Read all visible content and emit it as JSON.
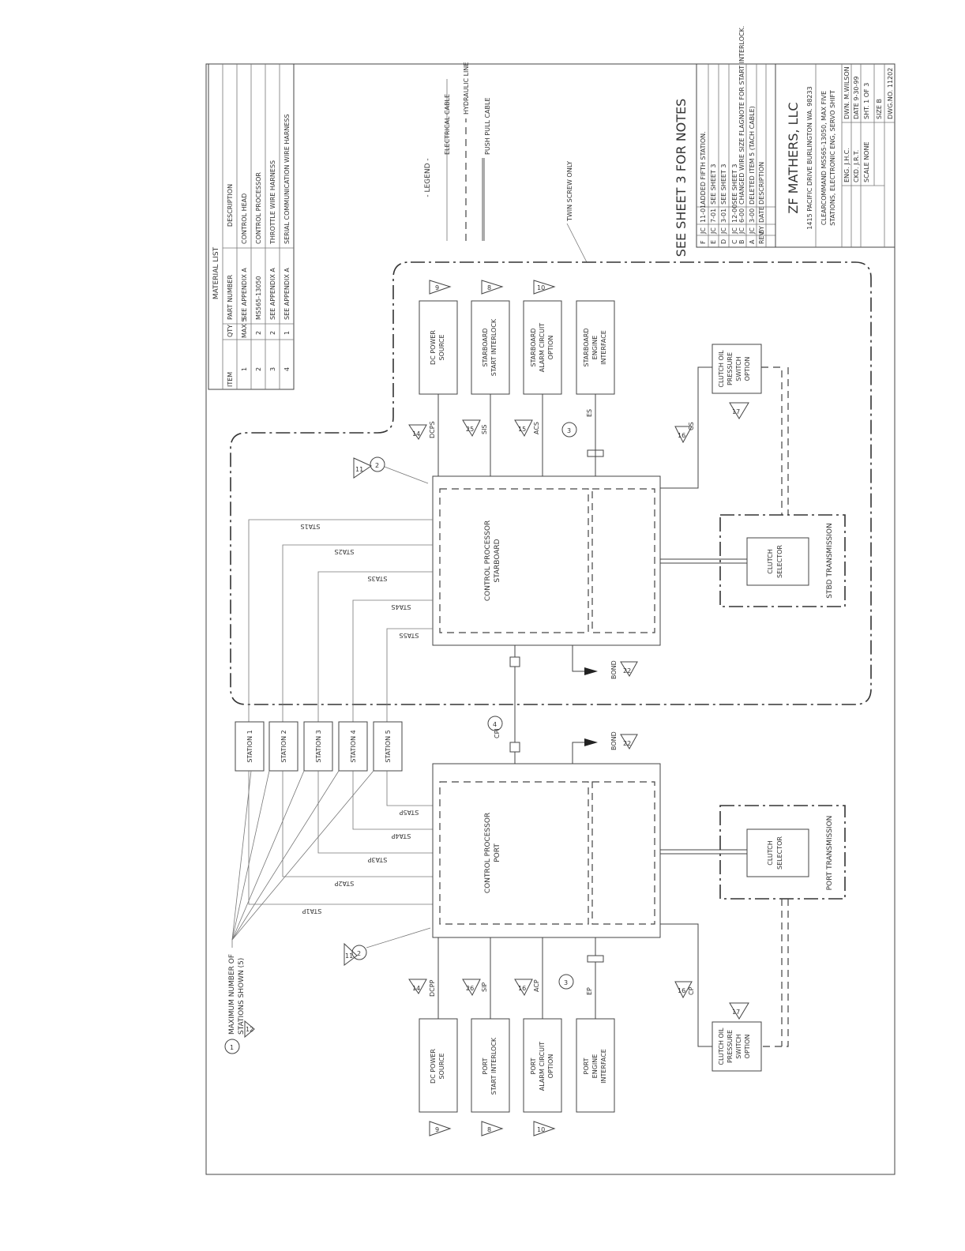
{
  "material_list": {
    "title": "MATERIAL LIST",
    "headers": [
      "ITEM",
      "QTY",
      "PART NUMBER",
      "DESCRIPTION"
    ],
    "rows": [
      {
        "item": "1",
        "qty": "MAX 5",
        "part": "SEE APPENDIX A",
        "desc": "CONTROL HEAD"
      },
      {
        "item": "2",
        "qty": "2",
        "part": "MS565-13050",
        "desc": "CONTROL PROCESSOR"
      },
      {
        "item": "3",
        "qty": "2",
        "part": "SEE APPENDIX A",
        "desc": "THROTTLE WIRE HARNESS"
      },
      {
        "item": "4",
        "qty": "1",
        "part": "SEE APPENDIX A",
        "desc": "SERIAL COMMUNICATION WIRE HARNESS"
      }
    ]
  },
  "legend": {
    "title": "- LEGEND -",
    "items": [
      "ELECTRICAL CABLE",
      "HYDRAULIC LINE",
      "PUSH PULL CABLE"
    ]
  },
  "twin_screw_label": "TWIN SCREW ONLY",
  "see_notes": "SEE SHEET 3 FOR NOTES",
  "revisions": {
    "headers": [
      "REV",
      "BY",
      "DATE",
      "DESCRIPTION"
    ],
    "rows": [
      {
        "rev": "F",
        "by": "JC",
        "date": "11-01",
        "desc": "ADDED FIFTH STATION."
      },
      {
        "rev": "E",
        "by": "JC",
        "date": "7-01",
        "desc": "SEE SHEET 3"
      },
      {
        "rev": "D",
        "by": "JC",
        "date": "3-01",
        "desc": "SEE SHEET 3"
      },
      {
        "rev": "C",
        "by": "JC",
        "date": "12-00",
        "desc": "SEE SHEET 3"
      },
      {
        "rev": "B",
        "by": "JC",
        "date": "6-00",
        "desc": "CHANGED WIRE SIZE FLAGNOTE FOR START INTERLOCK."
      },
      {
        "rev": "A",
        "by": "JC",
        "date": "3-00",
        "desc": "DELETED ITEM 5 (TACH CABLE)"
      }
    ]
  },
  "title_block": {
    "company": "ZF MATHERS, LLC",
    "address": "1415 PACIFIC DRIVE BURLINGTON WA. 98233",
    "drawing_title_1": "CLEARCOMMAND MS565-13050, MAX FIVE",
    "drawing_title_2": "STATIONS, ELECTRONIC ENG, SERVO SHIFT",
    "eng": "ENG. J.H.C.",
    "dwn": "DWN. M.WILSON",
    "ckd": "CKD. J.R.T.",
    "date": "DATE 9-30-99",
    "scale": "SCALE NONE",
    "sht": "SHT. 1 OF 3",
    "size": "SIZE B",
    "dwg_no": "DWG.NO. 11202"
  },
  "starboard": {
    "processor": [
      "CONTROL PROCESSOR",
      "STARBOARD"
    ],
    "dc_power": [
      "DC POWER",
      "SOURCE"
    ],
    "start_interlock": [
      "STARBOARD",
      "START INTERLOCK"
    ],
    "alarm": [
      "STARBOARD",
      "ALARM CIRCUIT",
      "OPTION"
    ],
    "engine": [
      "STARBOARD",
      "ENGINE",
      "INTERFACE"
    ],
    "clutch_oil": [
      "CLUTCH OIL",
      "PRESSURE",
      "SWITCH",
      "OPTION"
    ],
    "clutch_selector": [
      "CLUTCH",
      "SELECTOR"
    ],
    "transmission": "STBD TRANSMISSION",
    "cables": {
      "dcps": "DCPS",
      "sis": "SIS",
      "acs": "ACS",
      "es": "ES",
      "cs": "CS"
    },
    "station_wires": [
      "STA1S",
      "STA2S",
      "STA3S",
      "STA4S",
      "STA5S"
    ],
    "bond": "BOND"
  },
  "port": {
    "processor": [
      "CONTROL PROCESSOR",
      "PORT"
    ],
    "dc_power": [
      "DC POWER",
      "SOURCE"
    ],
    "start_interlock": [
      "PORT",
      "START INTERLOCK"
    ],
    "alarm": [
      "PORT",
      "ALARM CIRCUIT",
      "OPTION"
    ],
    "engine": [
      "PORT",
      "ENGINE",
      "INTERFACE"
    ],
    "clutch_oil": [
      "CLUTCH OIL",
      "PRESSURE",
      "SWITCH",
      "OPTION"
    ],
    "clutch_selector": [
      "CLUTCH",
      "SELECTOR"
    ],
    "transmission": "PORT TRANSMISSION",
    "cables": {
      "dcpp": "DCPP",
      "sip": "SIP",
      "acp": "ACP",
      "ep": "EP",
      "cp": "CP"
    },
    "station_wires": [
      "STA1P",
      "STA2P",
      "STA3P",
      "STA4P",
      "STA5P"
    ],
    "bond": "BOND"
  },
  "stations": [
    "STATION 1",
    "STATION 2",
    "STATION 3",
    "STATION 4",
    "STATION 5"
  ],
  "cpi_label": "CPI",
  "max_stations_note": [
    "MAXIMUM NUMBER OF",
    "STATIONS SHOWN (5)"
  ],
  "callouts": {
    "c1": "1",
    "c2": "2",
    "c3": "3",
    "c4": "4",
    "f8": "8",
    "f9": "9",
    "f10": "10",
    "f11": "11",
    "f12": "12",
    "f14": "14",
    "f15": "15",
    "f16": "16",
    "f17": "17",
    "f22": "22",
    "f25": "25",
    "f26": "26"
  }
}
